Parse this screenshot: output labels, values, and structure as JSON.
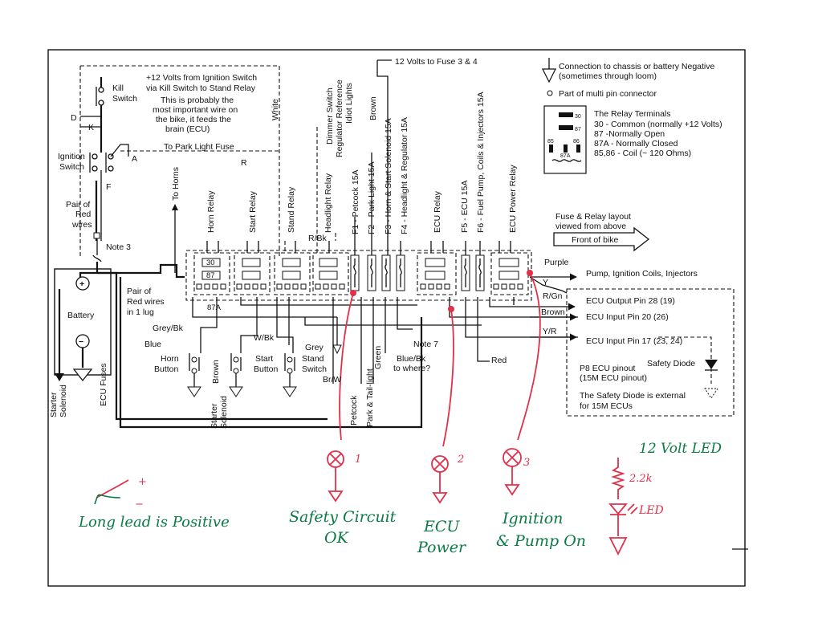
{
  "texts": {
    "top_12v_fuse": "12 Volts to Fuse 3 & 4",
    "ign_line1": "+12 Volts from Ignition Switch",
    "ign_line2": "via Kill Switch to Stand Relay",
    "imp_line1": "This is probably the",
    "imp_line2": "most important wire on",
    "imp_line3": "the bike, it feeds the",
    "imp_line4": "brain (ECU)",
    "kill": "Kill",
    "switch": "Switch",
    "d": "D",
    "k": "K",
    "ignition": "Ignition",
    "ign_switch": "Switch",
    "a": "A",
    "f": "F",
    "r": "R",
    "to_park": "To Park Light Fuse",
    "pair_of": "Pair of",
    "red": "Red",
    "wires": "wires",
    "note3": "Note 3",
    "battery": "Battery",
    "plus": "+",
    "minus": "−",
    "pair_red_1": "Pair of",
    "pair_red_2": "Red wires",
    "pair_red_3": "in 1 lug",
    "starter_solenoid_1": "Starter",
    "starter_solenoid_2": "Solenoid",
    "ecu_fuses": "ECU Fuses",
    "to_horns": "To Horns",
    "horn_relay": "Horn Relay",
    "start_relay": "Start Relay",
    "stand_relay": "Stand Relay",
    "headlight_relay": "Headlight Relay",
    "dimmer": "Dimmer Switch",
    "regref": "Regulator Reference",
    "idiot": "Idiot Lights",
    "white": "White",
    "brown_top": "Brown",
    "f1": "F1 - Petcock 15A",
    "f2": "F2 - Park Light 15A",
    "f3": "F3 - Horn & Start Solenoid 15A",
    "f4": "F4 - Headlight & Regulator 15A",
    "ecu_relay": "ECU Relay",
    "f5": "F5 - ECU 15A",
    "f6": "F6 - Fuel Pump, Coils & Injectors 15A",
    "ecu_power_relay": "ECU Power Relay",
    "rbk": "R/Bk",
    "t30": "30",
    "t87": "87",
    "t87a": "87A",
    "grey_bk": "Grey/Bk",
    "blue": "Blue",
    "horn": "Horn",
    "button": "Button",
    "brown": "Brown",
    "w_bk": "W/Bk",
    "start": "Start",
    "start_button": "Button",
    "grey": "Grey",
    "stand": "Stand",
    "stand_switch": "Switch",
    "br_w": "Br/W",
    "starter2_1": "Starter",
    "starter2_2": "Solenoid",
    "petcock": "Petcock",
    "park_tail": "Park & Tail-light",
    "green": "Green",
    "blue_bk": "Blue/Bk",
    "to_where": "to where?",
    "note7": "Note 7",
    "red_wire": "Red",
    "purple": "Purple",
    "pump_ign": "Pump, Ignition Coils, Injectors",
    "y": "Y",
    "r_gn": "R/Gn",
    "ecu_out": "ECU Output Pin 28 (19)",
    "brown_w": "Brown",
    "ecu_in20": "ECU Input Pin 20 (26)",
    "y_r": "Y/R",
    "ecu_in17": "ECU Input Pin 17 (23, 24)",
    "p8_1": "P8 ECU pinout",
    "p8_2": "(15M ECU pinout)",
    "safety_diode": "Safety Diode",
    "sd_ext_1": "The Safety Diode is external",
    "sd_ext_2": "for 15M ECUs",
    "fuse_layout_1": "Fuse & Relay layout",
    "fuse_layout_2": "viewed from above",
    "front_bike": "Front of bike",
    "legend_chassis_1": "Connection to chassis or battery Negative",
    "legend_chassis_2": "(sometimes through loom)",
    "legend_pin": "Part of multi pin connector",
    "relay_terms": "The Relay Terminals",
    "rt30": "30 - Common (normally +12 Volts)",
    "rt87": "87 -Normally Open",
    "rt87a": "87A - Normally Closed",
    "rt8586": "85,86 - Coil (~ 120 Ohms)",
    "rl30": "30",
    "rl87": "87",
    "rl85": "85",
    "rl86": "86",
    "rl87a": "87A",
    "hw_12v_led": "12 Volt LED",
    "hw_22k": "2.2k",
    "hw_led": "LED",
    "hw_plus": "+",
    "hw_minus": "−",
    "hw_long_lead": "Long lead is Positive",
    "hw_n1": "1",
    "hw_n2": "2",
    "hw_n3": "3",
    "hw_safety_1": "Safety Circuit",
    "hw_safety_2": "OK",
    "hw_ecu_1": "ECU",
    "hw_ecu_2": "Power",
    "hw_ign_1": "Ignition",
    "hw_ign_2": "& Pump On"
  },
  "colors": {
    "ink": "#111111",
    "red_ink": "#e0304a",
    "green_ink": "#0b7a45"
  }
}
